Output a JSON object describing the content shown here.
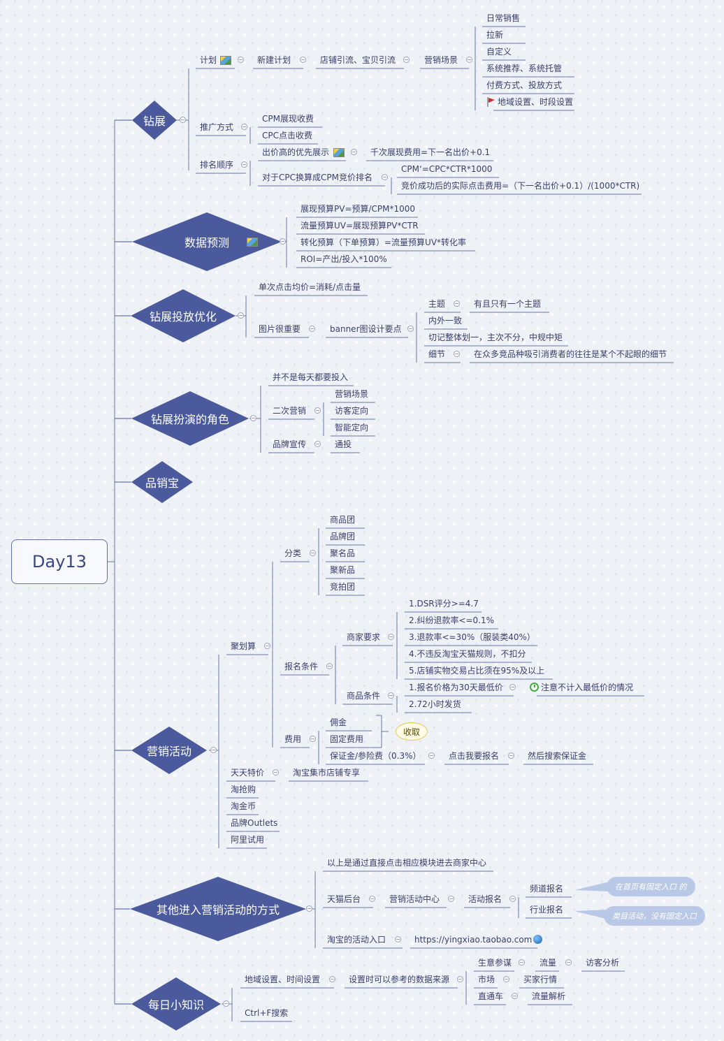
{
  "root": {
    "title": "Day13"
  },
  "branches": {
    "zuanzhan": {
      "title": "钻展",
      "plan": "计划",
      "new_plan": "新建计划",
      "traffic": "店铺引流、宝贝引流",
      "scene": "营销场景",
      "scene_items": [
        "日常销售",
        "拉新",
        "自定义",
        "系统推荐、系统托管",
        "付费方式、投放方式",
        "地域设置、时段设置"
      ],
      "promo": "推广方式",
      "promo_items": [
        "CPM展现收费",
        "CPC点击收费"
      ],
      "rank": "排名顺序",
      "rank_high": "出价高的优先展示",
      "rank_high_detail": "千次展现费用=下一名出价+0.1",
      "rank_cpc": "对于CPC换算成CPM竞价排名",
      "rank_cpc_items": [
        "CPM‘=CPC*CTR*1000",
        "竞价成功后的实际点击费用=（下一名出价+0.1）/(1000*CTR)"
      ]
    },
    "forecast": {
      "title": "数据预测",
      "items": [
        "展现预算PV=预算/CPM*1000",
        "流量预算UV=展现预算PV*CTR",
        "转化预算（下单预算）=流量预算UV*转化率",
        "ROI=产出/投入*100%"
      ]
    },
    "optimize": {
      "title": "钻展投放优化",
      "avg_click": "单次点击均价=消耗/点击量",
      "image": "图片很重要",
      "banner": "banner图设计要点",
      "theme": "主题",
      "theme_detail": "有且只有一个主题",
      "inner_outer": "内外一致",
      "overall": "切记整体划一，主次不分，中规中矩",
      "detail": "细节",
      "detail_text": "在众多竞品种吸引消费者的往往是某个不起眼的细节"
    },
    "role": {
      "title": "钻展扮演的角色",
      "not_daily": "并不是每天都要投入",
      "second": "二次营销",
      "second_items": [
        "营销场景",
        "访客定向",
        "智能定向"
      ],
      "brand": "品牌宣传",
      "brand_item": "通投"
    },
    "pinxiaobao": {
      "title": "品销宝"
    },
    "activity": {
      "title": "营销活动",
      "juhuasuan": "聚划算",
      "category": "分类",
      "category_items": [
        "商品团",
        "品牌团",
        "聚名品",
        "聚新品",
        "竞拍团"
      ],
      "signup": "报名条件",
      "merchant_req": "商家要求",
      "merchant_items": [
        "1.DSR评分>=4.7",
        "2.纠纷退款率<=0.1%",
        "3.退款率<=30%（服装类40%）",
        "4.不违反淘宝天猫规则，不扣分",
        "5.店铺实物交易占比须在95%及以上"
      ],
      "goods_cond": "商品条件",
      "goods_items": [
        "1.报名价格为30天最低价",
        "2.72小时发货"
      ],
      "goods_note": "注意不计入最低价的情况",
      "fee": "费用",
      "fee_items": [
        "佣金",
        "固定费用",
        "保证金/参险费（0.3%）"
      ],
      "charge": "收取",
      "click_signup": "点击我要报名",
      "then_search": "然后搜索保证金",
      "tiantian": "天天特价",
      "tiantian_detail": "淘宝集市店铺专享",
      "others": [
        "淘抢购",
        "淘金币",
        "品牌Outlets",
        "阿里试用"
      ]
    },
    "entry": {
      "title": "其他进入营销活动的方式",
      "above": "以上是通过直接点击相应模块进去商家中心",
      "tmall": "天猫后台",
      "center": "营销活动中心",
      "act_signup": "活动报名",
      "channel": "频道报名",
      "industry": "行业报名",
      "channel_note": "在首页有固定入口 的",
      "industry_note": "类目活动，没有固定入口",
      "taobao": "淘宝的活动入口",
      "url": "https://yingxiao.taobao.com"
    },
    "tips": {
      "title": "每日小知识",
      "region": "地域设置、时间设置",
      "source": "设置时可以参考的数据来源",
      "biz": "生意参谋",
      "flow": "流量",
      "visitor": "访客分析",
      "market": "市场",
      "buyer": "买家行情",
      "ztc": "直通车",
      "flow_parse": "流量解析",
      "ctrlf": "Ctrl+F搜索"
    }
  }
}
